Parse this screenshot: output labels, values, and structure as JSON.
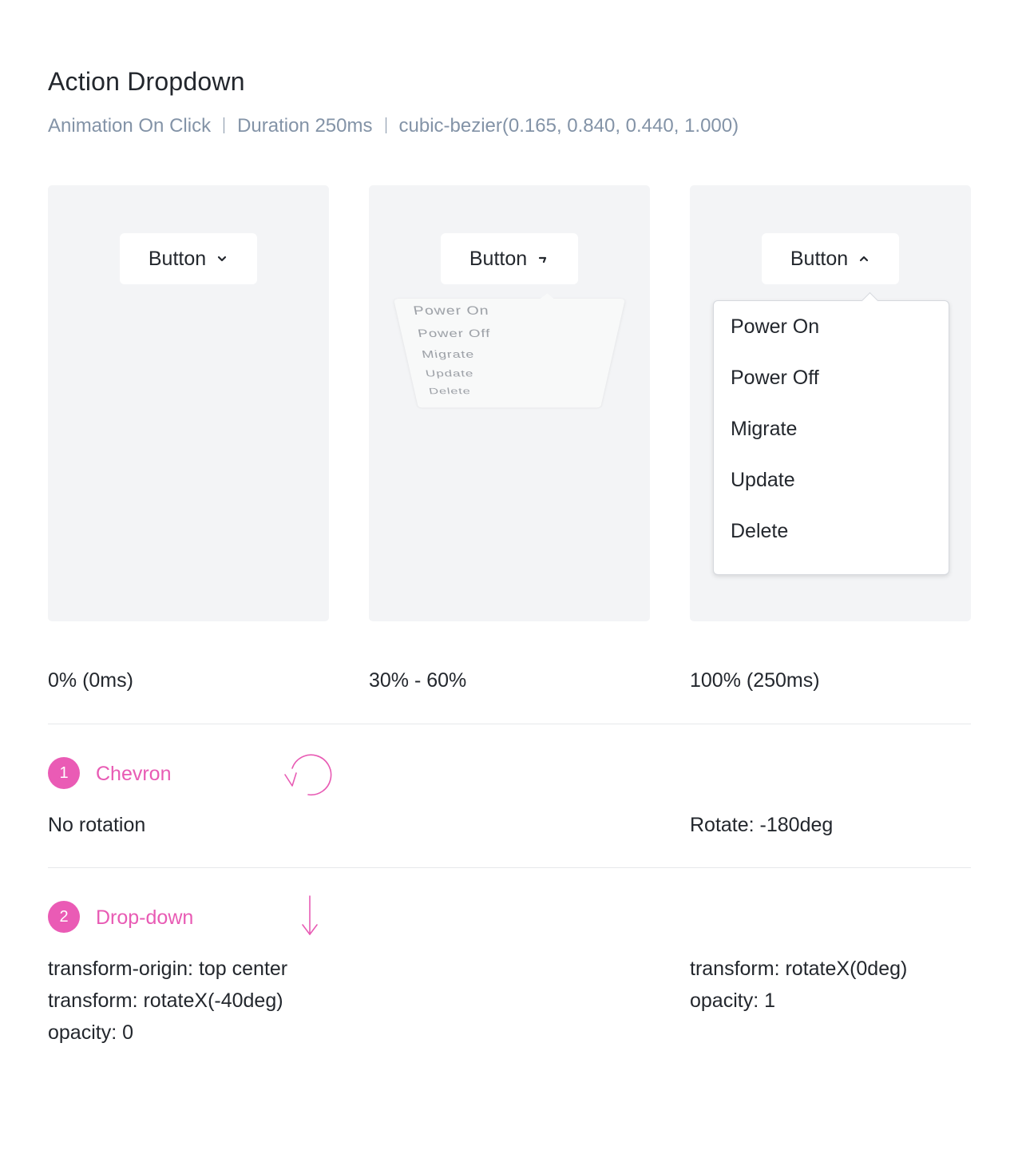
{
  "header": {
    "title": "Action Dropdown",
    "trigger": "Animation On Click",
    "duration": "Duration 250ms",
    "easing": "cubic-bezier(0.165, 0.840, 0.440, 1.000)"
  },
  "panels": [
    {
      "button_label": "Button",
      "chevron": "chevron-down-icon",
      "caption": "0% (0ms)"
    },
    {
      "button_label": "Button",
      "chevron": "chevron-rotating-icon",
      "caption": "30% - 60%"
    },
    {
      "button_label": "Button",
      "chevron": "chevron-up-icon",
      "caption": "100% (250ms)"
    }
  ],
  "menu_items": [
    "Power On",
    "Power Off",
    "Migrate",
    "Update",
    "Delete"
  ],
  "sections": {
    "chevron": {
      "number": "1",
      "title": "Chevron",
      "icon": "rotate-ccw-icon",
      "start": "No rotation",
      "end": "Rotate: -180deg"
    },
    "dropdown": {
      "number": "2",
      "title": "Drop-down",
      "icon": "arrow-down-icon",
      "start": [
        "transform-origin: top center",
        "transform: rotateX(-40deg)",
        "opacity: 0"
      ],
      "end": [
        "transform: rotateX(0deg)",
        "opacity: 1"
      ]
    }
  },
  "colors": {
    "accent": "#ea5bb5",
    "subtitle": "#8393a7",
    "panel_bg": "#f3f4f6"
  }
}
